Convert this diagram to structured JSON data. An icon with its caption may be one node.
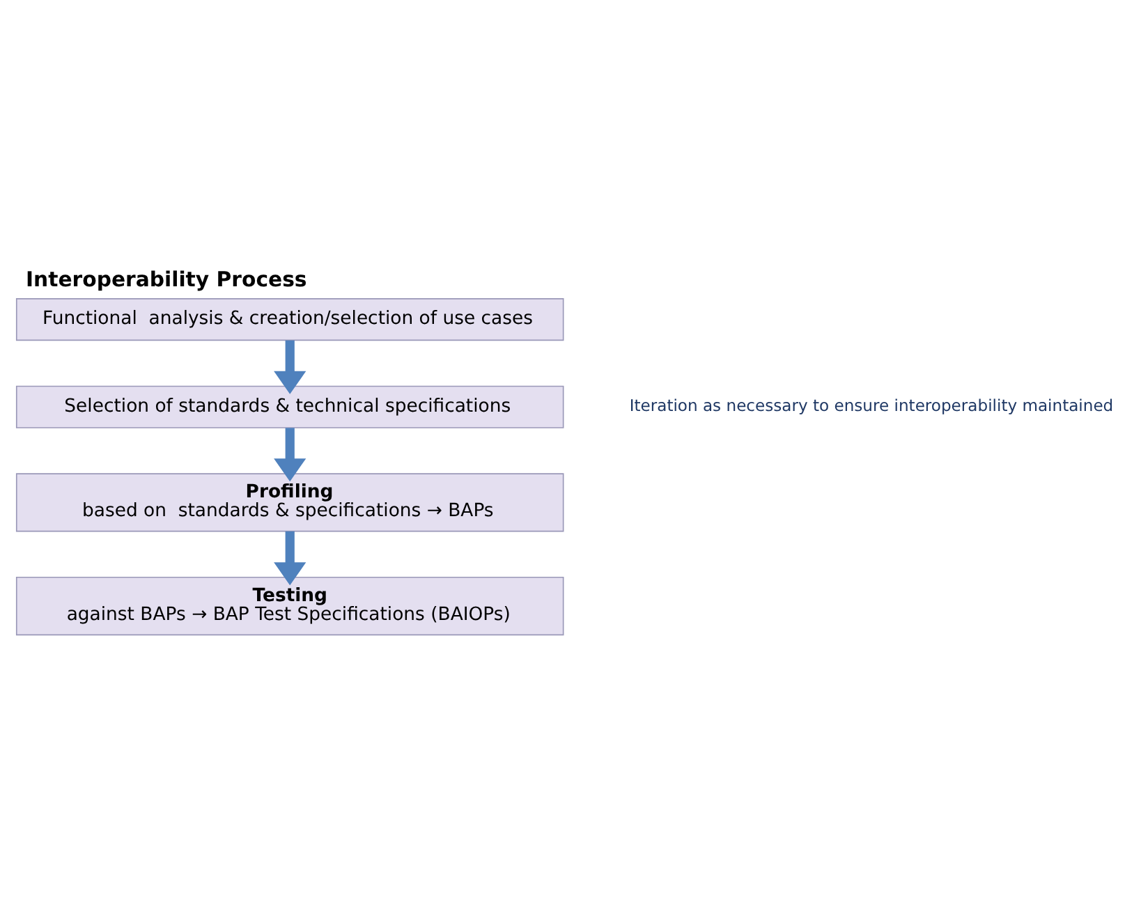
{
  "diagram": {
    "title": "Interoperability Process",
    "nodes": [
      {
        "text": [
          "Functional  analysis & creation/selection of use cases"
        ]
      },
      {
        "text": [
          "Selection of standards & technical specifications"
        ]
      },
      {
        "text": [
          "Profiling",
          "based on  standards & specifications → BAPs"
        ]
      },
      {
        "text": [
          "Testing",
          "against BAPs → BAP Test Specifications (BAIOPs)"
        ]
      }
    ],
    "edges": [
      {
        "from": 0,
        "to": 1,
        "arrow": "to"
      },
      {
        "from": 1,
        "to": 2,
        "arrow": "to"
      },
      {
        "from": 2,
        "to": 3,
        "arrow": "to"
      }
    ],
    "labels": [
      "Iteration as necessary to ensure interoperability maintained"
    ]
  }
}
